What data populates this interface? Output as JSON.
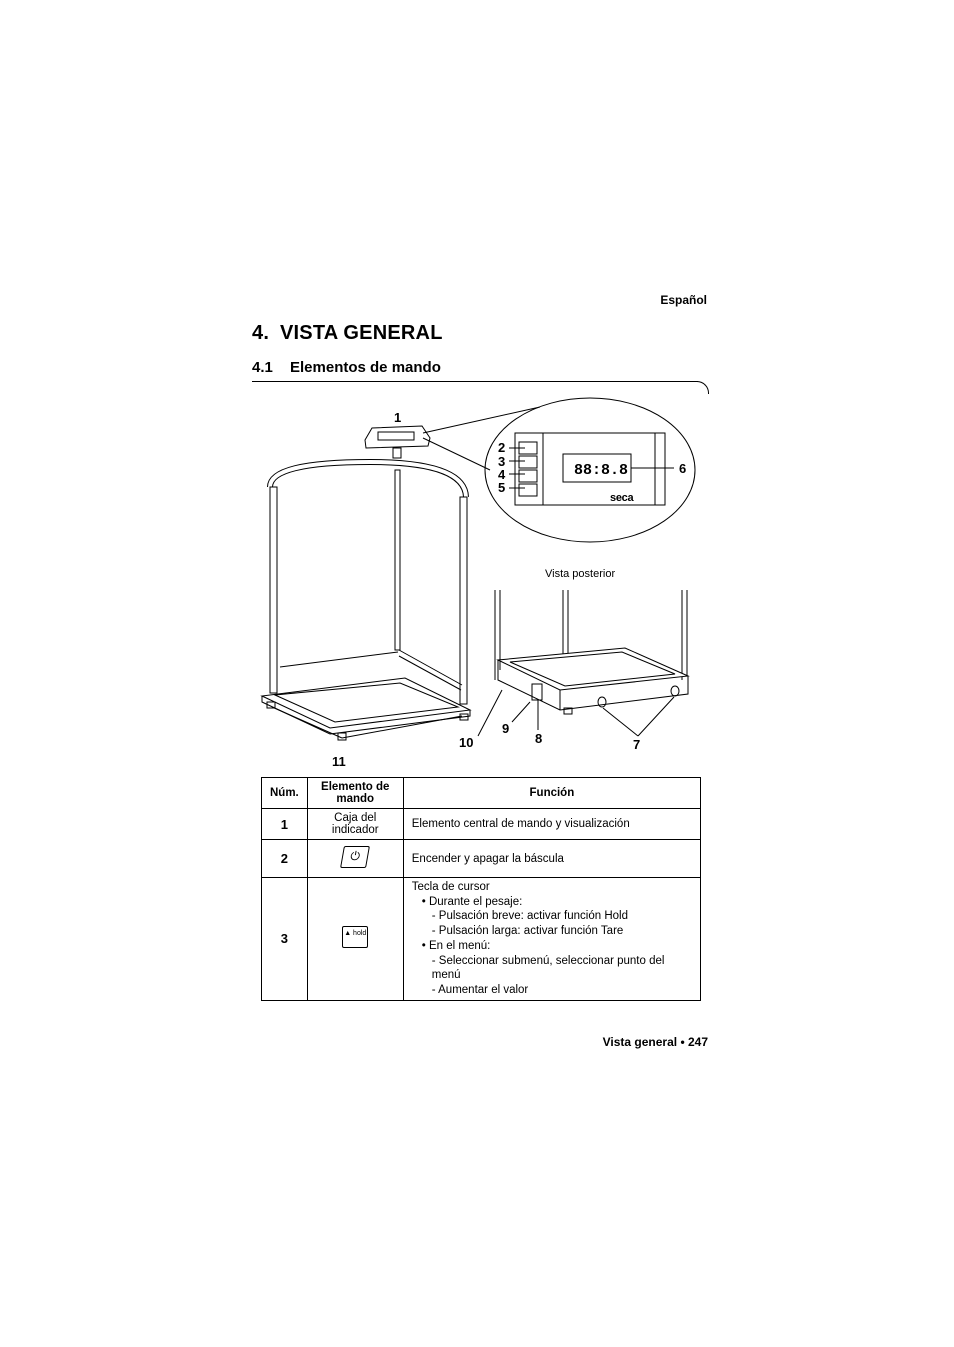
{
  "header": {
    "language": "Español"
  },
  "section": {
    "number": "4.",
    "title": "VISTA GENERAL"
  },
  "subsection": {
    "number": "4.1",
    "title": "Elementos de mando"
  },
  "figure": {
    "callouts": [
      "1",
      "2",
      "3",
      "4",
      "5",
      "6",
      "7",
      "8",
      "9",
      "10",
      "11"
    ],
    "display_readout": "88:8.8",
    "brand": "seca",
    "rear_view_caption": "Vista posterior"
  },
  "table": {
    "headers": [
      "Núm.",
      "Elemento de mando",
      "Función"
    ],
    "rows": [
      {
        "num": "1",
        "element": "Caja del indicador",
        "function": [
          "Elemento central de mando y visualización"
        ]
      },
      {
        "num": "2",
        "element_icon": "power-key-icon",
        "element_glyph": "⏻",
        "function": [
          "Encender y apagar la báscula"
        ]
      },
      {
        "num": "3",
        "element_icon": "cursor-key-icon",
        "element_glyph": "▲ hold",
        "function_title": "Tecla de cursor",
        "function_items": [
          {
            "level": 1,
            "text": "• Durante el pesaje:"
          },
          {
            "level": 2,
            "text": "- Pulsación breve: activar función Hold"
          },
          {
            "level": 2,
            "text": "- Pulsación larga: activar función Tare"
          },
          {
            "level": 1,
            "text": "• En el menú:"
          },
          {
            "level": 2,
            "text": "- Seleccionar submenú, seleccionar punto del menú"
          },
          {
            "level": 2,
            "text": "- Aumentar el valor"
          }
        ]
      }
    ]
  },
  "footer": {
    "text": "Vista general • 247"
  }
}
